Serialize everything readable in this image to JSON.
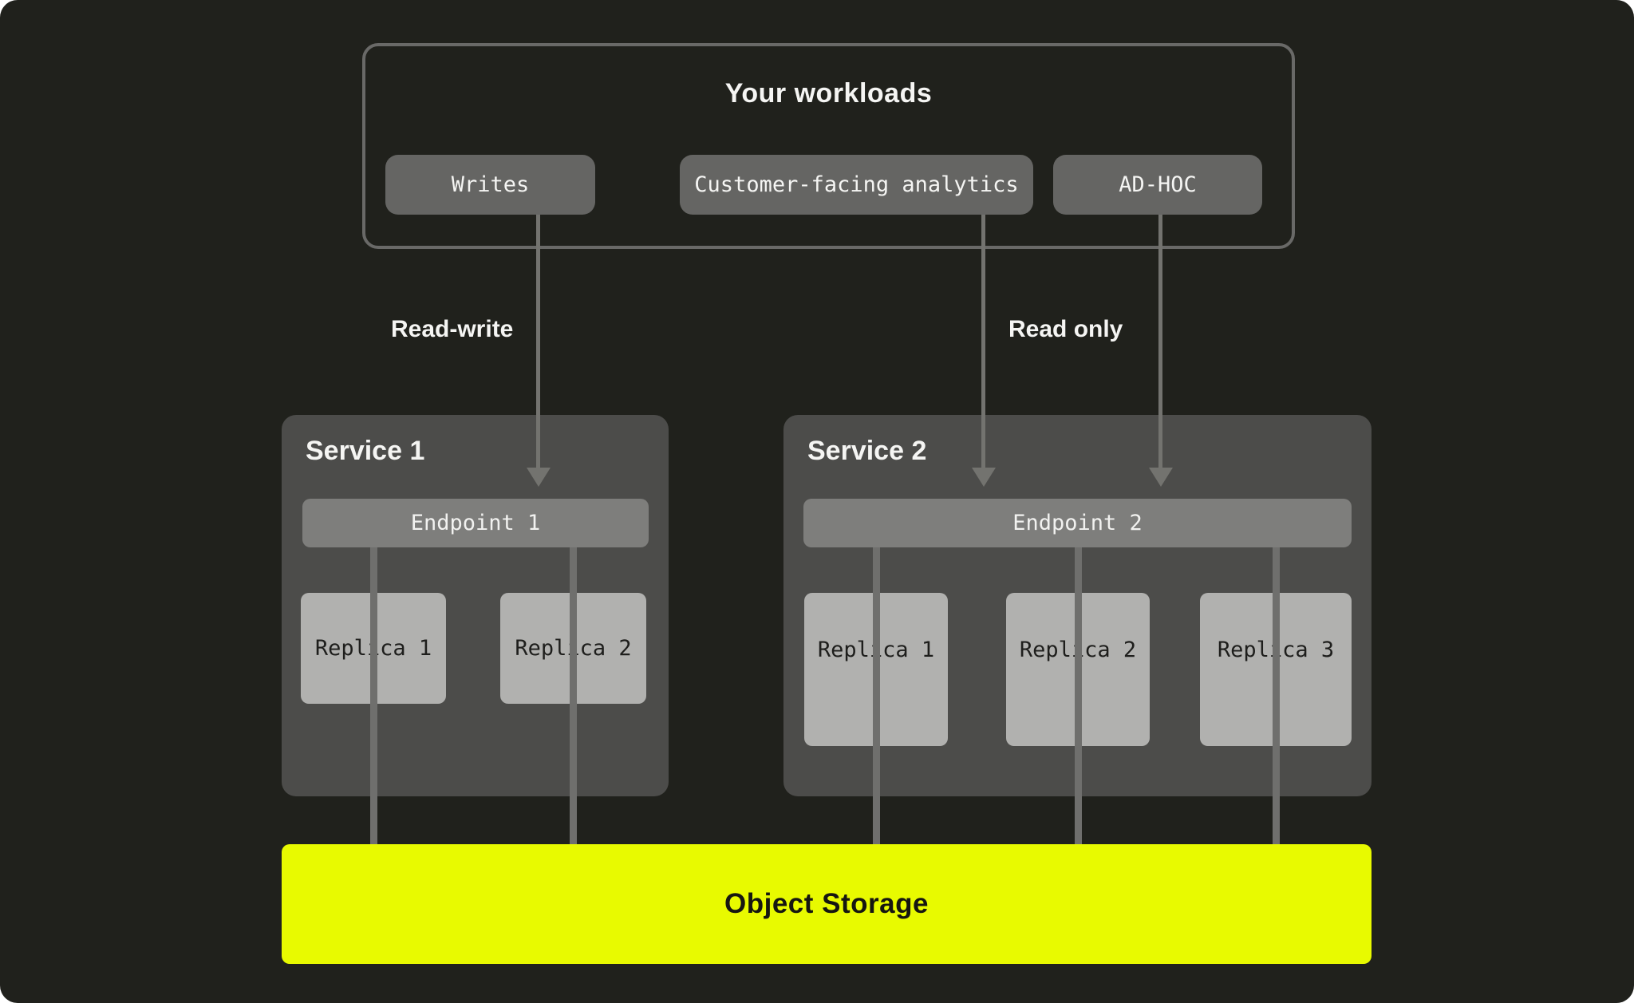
{
  "diagram": {
    "workloads": {
      "title": "Your workloads",
      "items": [
        {
          "label": "Writes"
        },
        {
          "label": "Customer-facing analytics"
        },
        {
          "label": "AD-HOC"
        }
      ]
    },
    "flows": {
      "read_write": "Read-write",
      "read_only": "Read only"
    },
    "services": [
      {
        "title": "Service 1",
        "endpoint": "Endpoint 1",
        "replicas": [
          "Replica 1",
          "Replica 2"
        ]
      },
      {
        "title": "Service 2",
        "endpoint": "Endpoint 2",
        "replicas": [
          "Replica 1",
          "Replica 2",
          "Replica 3"
        ]
      }
    ],
    "storage": {
      "label": "Object Storage"
    },
    "colors": {
      "background": "#20211c",
      "panel": "#4c4c4a",
      "chip": "#656563",
      "endpoint": "#7e7e7c",
      "replica": "#b1b1af",
      "connector": "#6f6f6d",
      "storage_accent": "#e8fa00"
    }
  }
}
